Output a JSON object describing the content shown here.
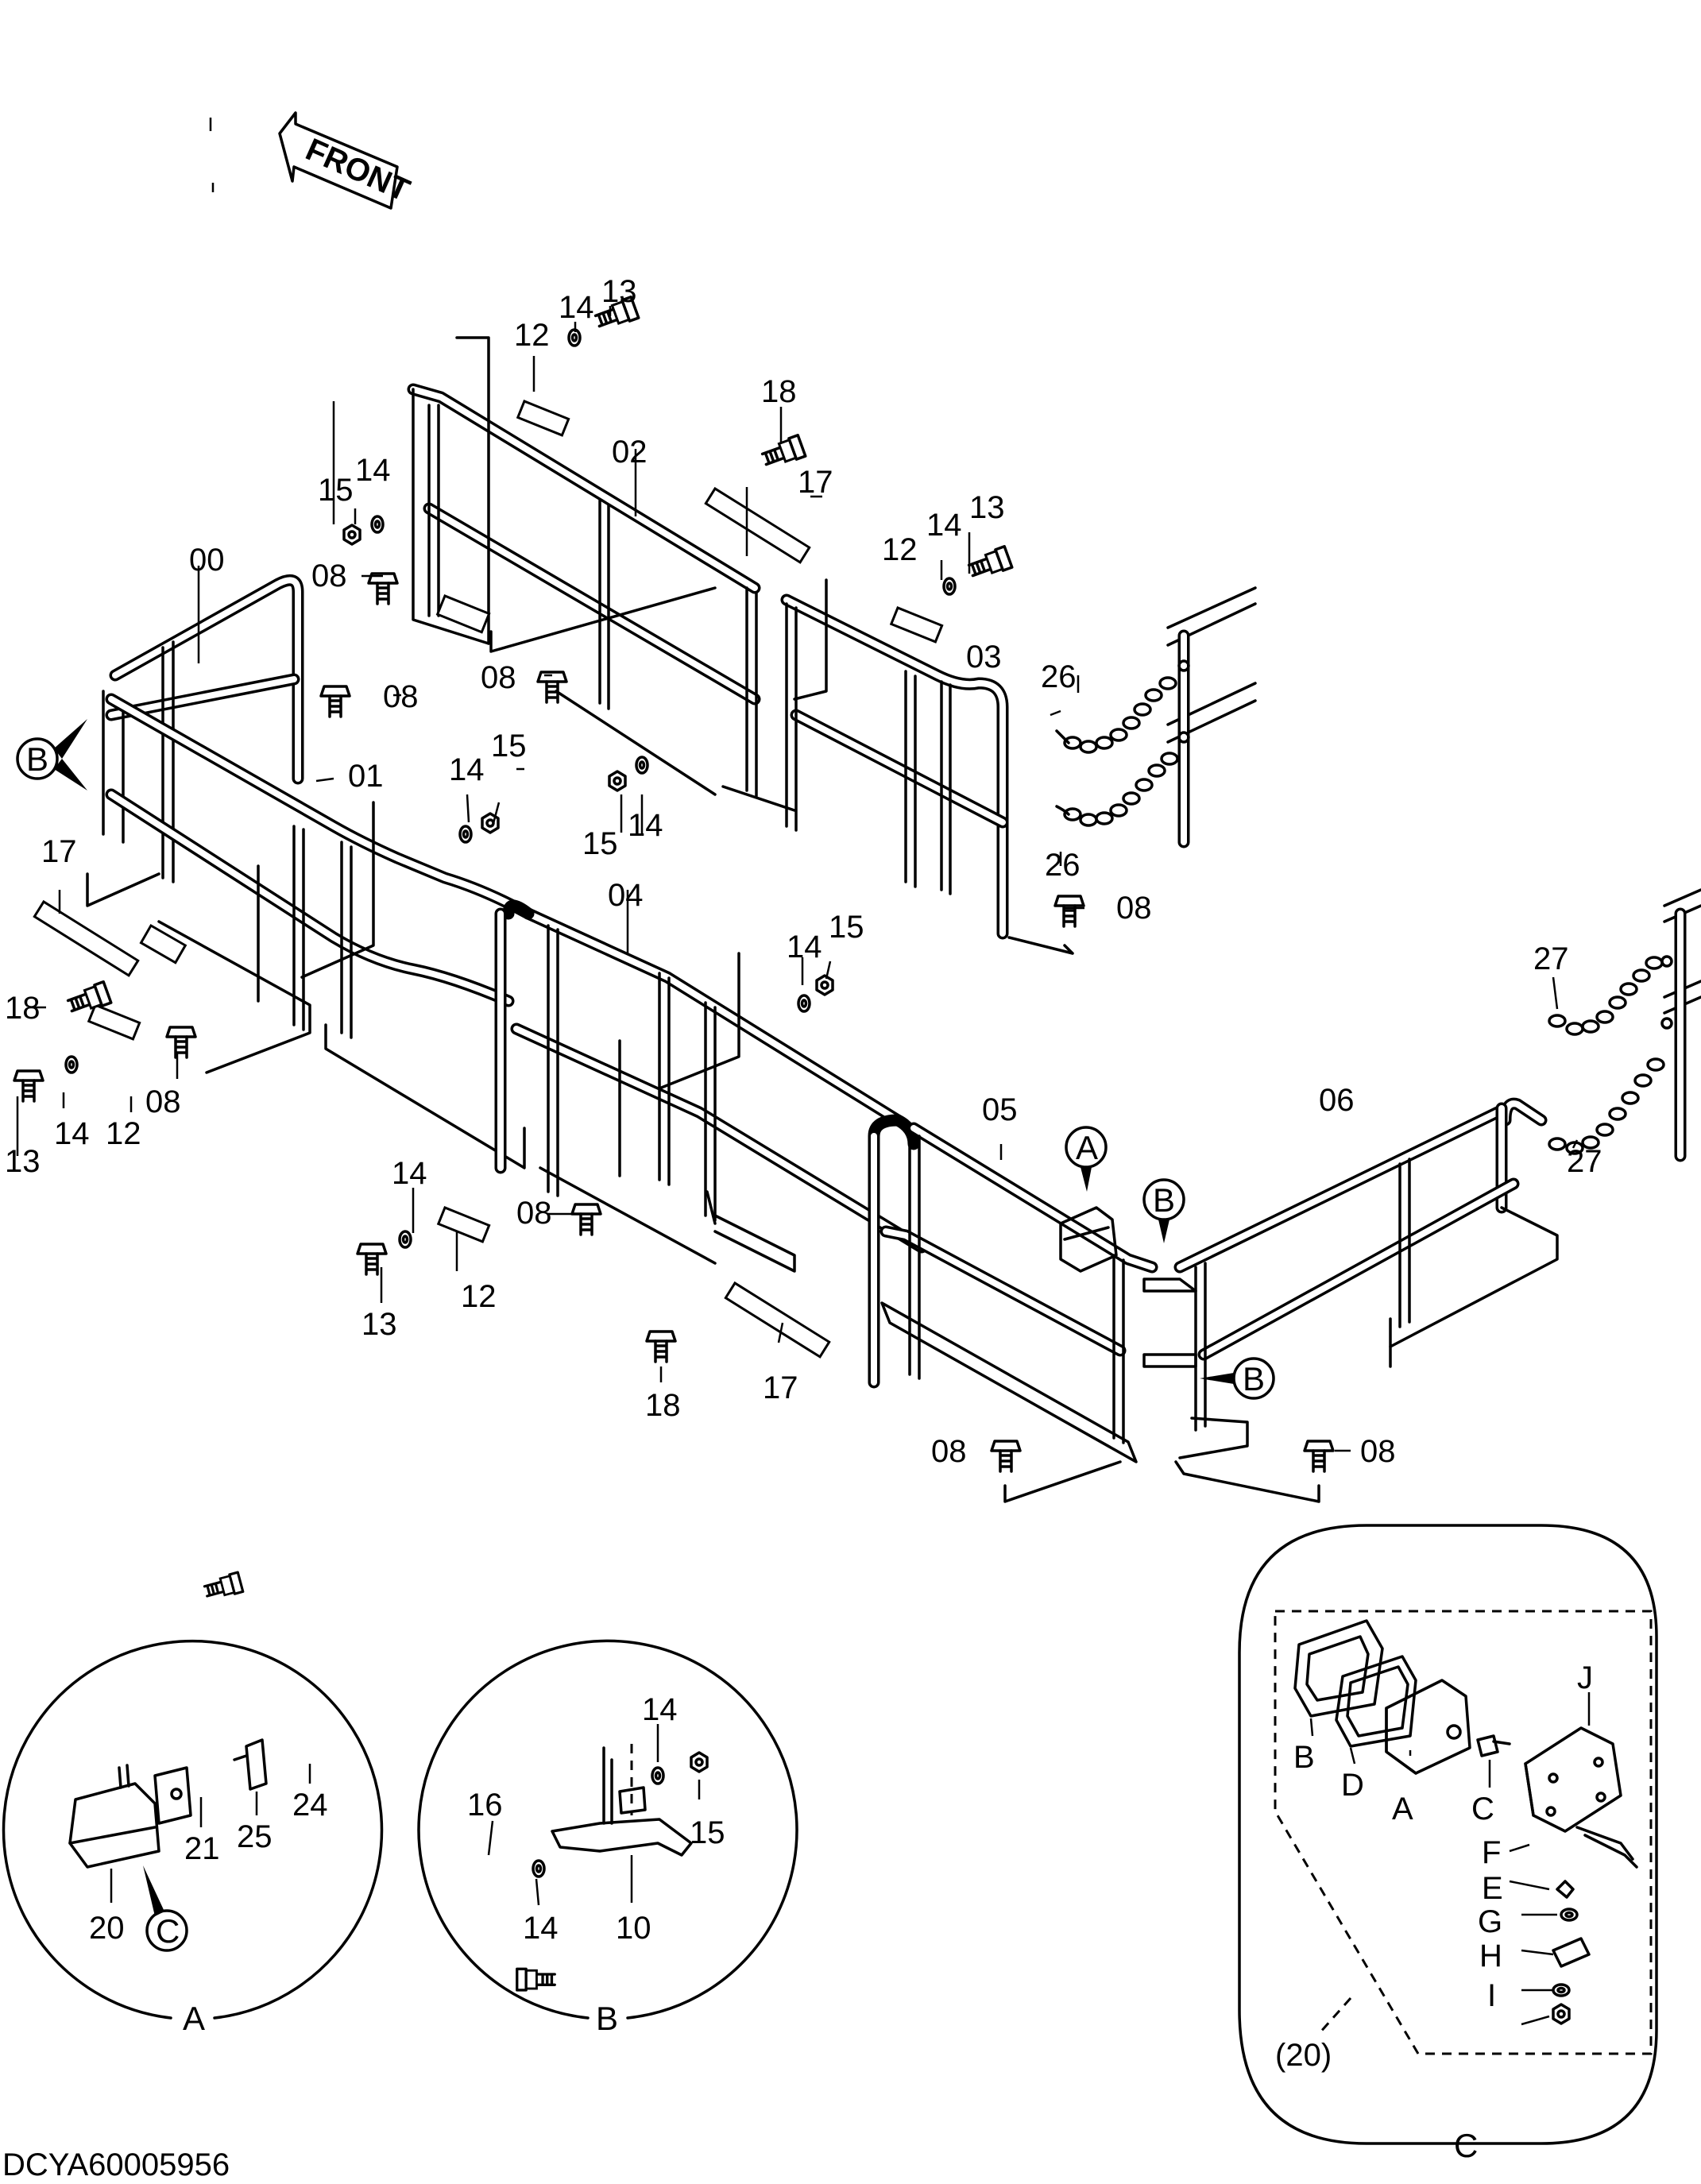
{
  "diagram": {
    "front_label": "FRONT",
    "image_code": "DCYA60005956",
    "main_labels": {
      "l00": "00",
      "l01": "01",
      "l02": "02",
      "l03": "03",
      "l04": "04",
      "l05": "05",
      "l06": "06",
      "p08a": "08",
      "p08b": "08",
      "p08c": "08",
      "p08d": "08",
      "p08e": "08",
      "p08f": "08",
      "p08g": "08",
      "p08h": "08",
      "p12a": "12",
      "p12b": "12",
      "p12c": "12",
      "p12d": "12",
      "p13a": "13",
      "p13b": "13",
      "p13c": "13",
      "p13d": "13",
      "p14a": "14",
      "p14b": "14",
      "p14c": "14",
      "p14d": "14",
      "p14e": "14",
      "p14f": "14",
      "p14g": "14",
      "p14h": "14",
      "p15a": "15",
      "p15b": "15",
      "p15c": "15",
      "p15d": "15",
      "p17a": "17",
      "p17b": "17",
      "p17c": "17",
      "p18a": "18",
      "p18b": "18",
      "p18c": "18",
      "p26a": "26",
      "p26b": "26",
      "p27a": "27",
      "p27b": "27"
    },
    "callouts": {
      "A": "A",
      "B1": "B",
      "B2": "B",
      "B3": "B",
      "C": "C"
    },
    "detail_a": {
      "title": "A",
      "labels": {
        "p20": "20",
        "p21": "21",
        "p24": "24",
        "p25": "25"
      },
      "callout": "C"
    },
    "detail_b": {
      "title": "B",
      "labels": {
        "p10": "10",
        "p14a": "14",
        "p14b": "14",
        "p15": "15",
        "p16": "16"
      }
    },
    "detail_c": {
      "title": "C",
      "group_label": "(20)",
      "letters": {
        "A": "A",
        "B": "B",
        "C": "C",
        "D": "D",
        "E": "E",
        "F": "F",
        "G": "G",
        "H": "H",
        "I": "I",
        "J": "J"
      }
    }
  }
}
